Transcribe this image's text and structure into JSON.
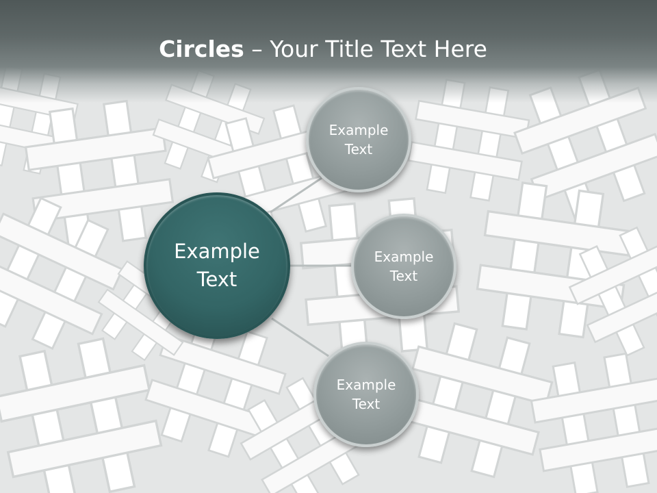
{
  "slide": {
    "title_bold": "Circles",
    "title_rest": " – Your Title Text Here"
  },
  "center": {
    "line1": "Example",
    "line2": "Text"
  },
  "satellites": [
    {
      "line1": "Example",
      "line2": "Text"
    },
    {
      "line1": "Example",
      "line2": "Text"
    },
    {
      "line1": "Example",
      "line2": "Text"
    }
  ],
  "colors": {
    "center_fill": "#336565",
    "satellite_fill": "#929c9c",
    "title_bar": "#5f6868",
    "connector": "#b8bebe"
  }
}
